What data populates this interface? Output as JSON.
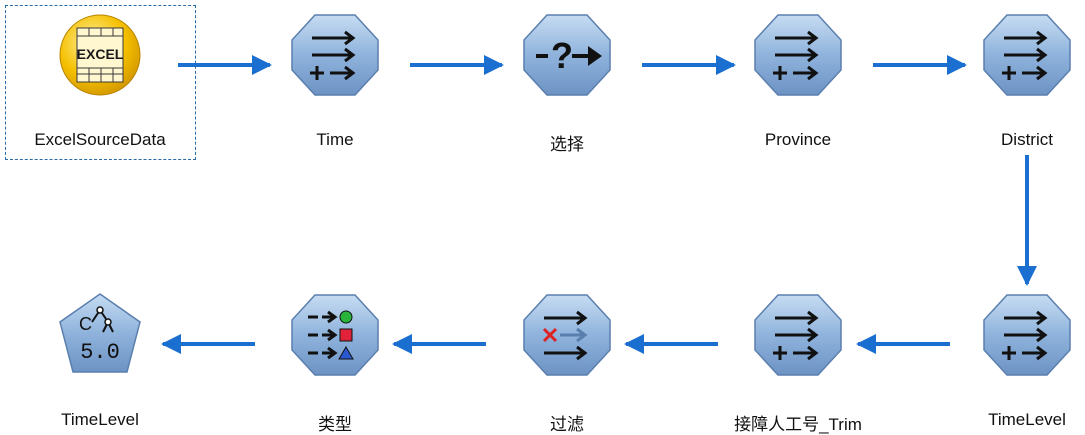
{
  "nodes": [
    {
      "id": "excel",
      "label": "ExcelSourceData",
      "icon": "excel-source-icon",
      "selected": true
    },
    {
      "id": "time",
      "label": "Time",
      "icon": "derive-icon"
    },
    {
      "id": "select",
      "label": "选择",
      "icon": "select-icon"
    },
    {
      "id": "province",
      "label": "Province",
      "icon": "derive-icon"
    },
    {
      "id": "district",
      "label": "District",
      "icon": "derive-icon"
    },
    {
      "id": "timelevel1",
      "label": "TimeLevel",
      "icon": "derive-icon"
    },
    {
      "id": "trim",
      "label": "接障人工号_Trim",
      "icon": "derive-icon"
    },
    {
      "id": "filter",
      "label": "过滤",
      "icon": "filter-icon"
    },
    {
      "id": "type",
      "label": "类型",
      "icon": "type-icon"
    },
    {
      "id": "timelevel2",
      "label": "TimeLevel",
      "icon": "c50-model-icon"
    }
  ],
  "icons": {
    "excel_text": "EXCEL",
    "model_text": "5.0",
    "model_letter": "C"
  },
  "colors": {
    "edge": "#1a6fd0",
    "node_fill": "#8fb3dc",
    "excel_fill": "#f5c000"
  }
}
